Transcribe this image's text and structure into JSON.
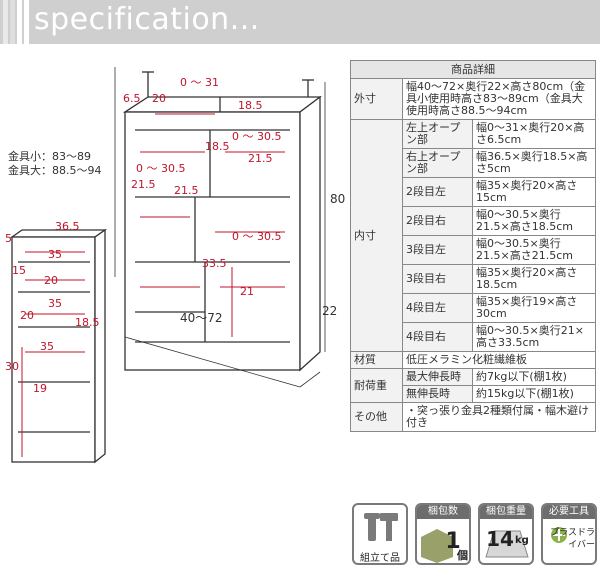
{
  "header": {
    "title": "specification..."
  },
  "drawing": {
    "hardware_small": "金具小：83～89",
    "hardware_large": "金具大：88.5～94",
    "big_unit_dims": {
      "top_width": "0 ～ 31",
      "left_top_6_5": "6.5",
      "inner_20": "20",
      "right_top_18_5": "18.5",
      "right_2_0_30_5": "0 ～ 30.5",
      "h_18_5": "18.5",
      "h_21_5_right": "21.5",
      "mid_0_30_5": "0 ～ 30.5",
      "h_21_5_a": "21.5",
      "h_21_5_b": "21.5",
      "lower_0_30_5": "0 ～ 30.5",
      "h_33_5": "33.5",
      "depth_21": "21",
      "height_80": "80",
      "width_40_72": "40～72",
      "depth_22": "22"
    },
    "small_unit_dims": {
      "w_36_5": "36.5",
      "h_5": "5",
      "w_35_a": "35",
      "h_15": "15",
      "w_20_a": "20",
      "w_35_b": "35",
      "h_20": "20",
      "h_18_5": "18.5",
      "w_35_c": "35",
      "h_30": "30",
      "d_19": "19"
    }
  },
  "spec": {
    "header": "商品詳細",
    "outer_label": "外寸",
    "outer_value": "幅40～72×奥行22×高さ80cm（金具小使用時高さ83～89cm（金具大使用時高さ88.5～94cm",
    "inner_label": "内寸",
    "inner_rows": [
      {
        "name": "左上オープン部",
        "value": "幅0～31×奥行20×高さ6.5cm"
      },
      {
        "name": "右上オープン部",
        "value": "幅36.5×奥行18.5×高さ5cm"
      },
      {
        "name": "2段目左",
        "value": "幅35×奥行20×高さ15cm"
      },
      {
        "name": "2段目右",
        "value": "幅0～30.5×奥行21.5×高さ18.5cm"
      },
      {
        "name": "3段目左",
        "value": "幅0～30.5×奥行21.5×高さ21.5cm"
      },
      {
        "name": "3段目右",
        "value": "幅35×奥行20×高さ18.5cm"
      },
      {
        "name": "4段目左",
        "value": "幅35×奥行19×高さ30cm"
      },
      {
        "name": "4段目右",
        "value": "幅0～30.5×奥行21×高さ33.5cm"
      }
    ],
    "material_label": "材質",
    "material_value": "低圧メラミン化粧繊維板",
    "load_label": "耐荷重",
    "load_rows": [
      {
        "name": "最大伸長時",
        "value": "約7kg以下(棚1枚)"
      },
      {
        "name": "無伸長時",
        "value": "約15kg以下(棚1枚)"
      }
    ],
    "other_label": "その他",
    "other_value": "・突っ張り金具2種類付属・幅木避け付き"
  },
  "badges": {
    "assembly": "組立て品",
    "packages_cap": "梱包数",
    "packages_value": "1",
    "packages_unit": "個",
    "weight_cap": "梱包重量",
    "weight_value": "14",
    "weight_unit": "kg",
    "tools_cap": "必要工具",
    "tools_value": "プラスドライバー"
  }
}
